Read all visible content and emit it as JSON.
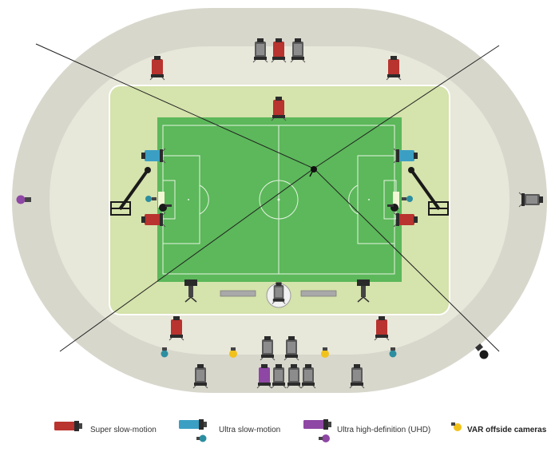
{
  "legend": {
    "super_slow": "Super slow-motion",
    "ultra_slow": "Ultra slow-motion",
    "uhd": "Ultra high-definition (UHD)",
    "var_offside": "VAR offside cameras"
  },
  "colors": {
    "stand": "#d8d7cc",
    "concourse": "#e7e7da",
    "pitch_surround": "#d5e3ac",
    "pitch": "#5cb85a",
    "super_slow_motion": "#b9332f",
    "ultra_slow_motion": "#3b9fc4",
    "uhd": "#8e47a4",
    "var_offside": "#f1c21b",
    "standard_camera": "#5a5a5a",
    "teal_mini_camera": "#2c8ea0"
  },
  "cameras": [
    {
      "type": "standard-camera",
      "name": "top-center-camera-left"
    },
    {
      "type": "super-slow-motion-camera",
      "name": "top-center-camera-middle"
    },
    {
      "type": "standard-camera",
      "name": "top-center-camera-right"
    },
    {
      "type": "super-slow-motion-camera",
      "name": "top-left-camera"
    },
    {
      "type": "super-slow-motion-camera",
      "name": "top-right-camera"
    },
    {
      "type": "super-slow-motion-camera",
      "name": "halfway-line-camera"
    },
    {
      "type": "ultra-slow-motion-camera",
      "name": "left-goal-top-camera"
    },
    {
      "type": "super-slow-motion-camera",
      "name": "left-goal-bottom-camera"
    },
    {
      "type": "ultra-slow-motion-camera",
      "name": "right-goal-top-camera"
    },
    {
      "type": "super-slow-motion-camera",
      "name": "right-goal-bottom-camera"
    },
    {
      "type": "uhd-camera",
      "name": "left-stand-uhd-camera"
    },
    {
      "type": "standard-camera",
      "name": "right-stand-camera"
    },
    {
      "type": "super-slow-motion-camera",
      "name": "bottom-left-camera"
    },
    {
      "type": "super-slow-motion-camera",
      "name": "bottom-right-camera"
    },
    {
      "type": "var-offside-camera",
      "name": "var-offside-camera-left"
    },
    {
      "type": "var-offside-camera",
      "name": "var-offside-camera-right"
    },
    {
      "type": "uhd-camera",
      "name": "bottom-stand-uhd-camera"
    }
  ]
}
